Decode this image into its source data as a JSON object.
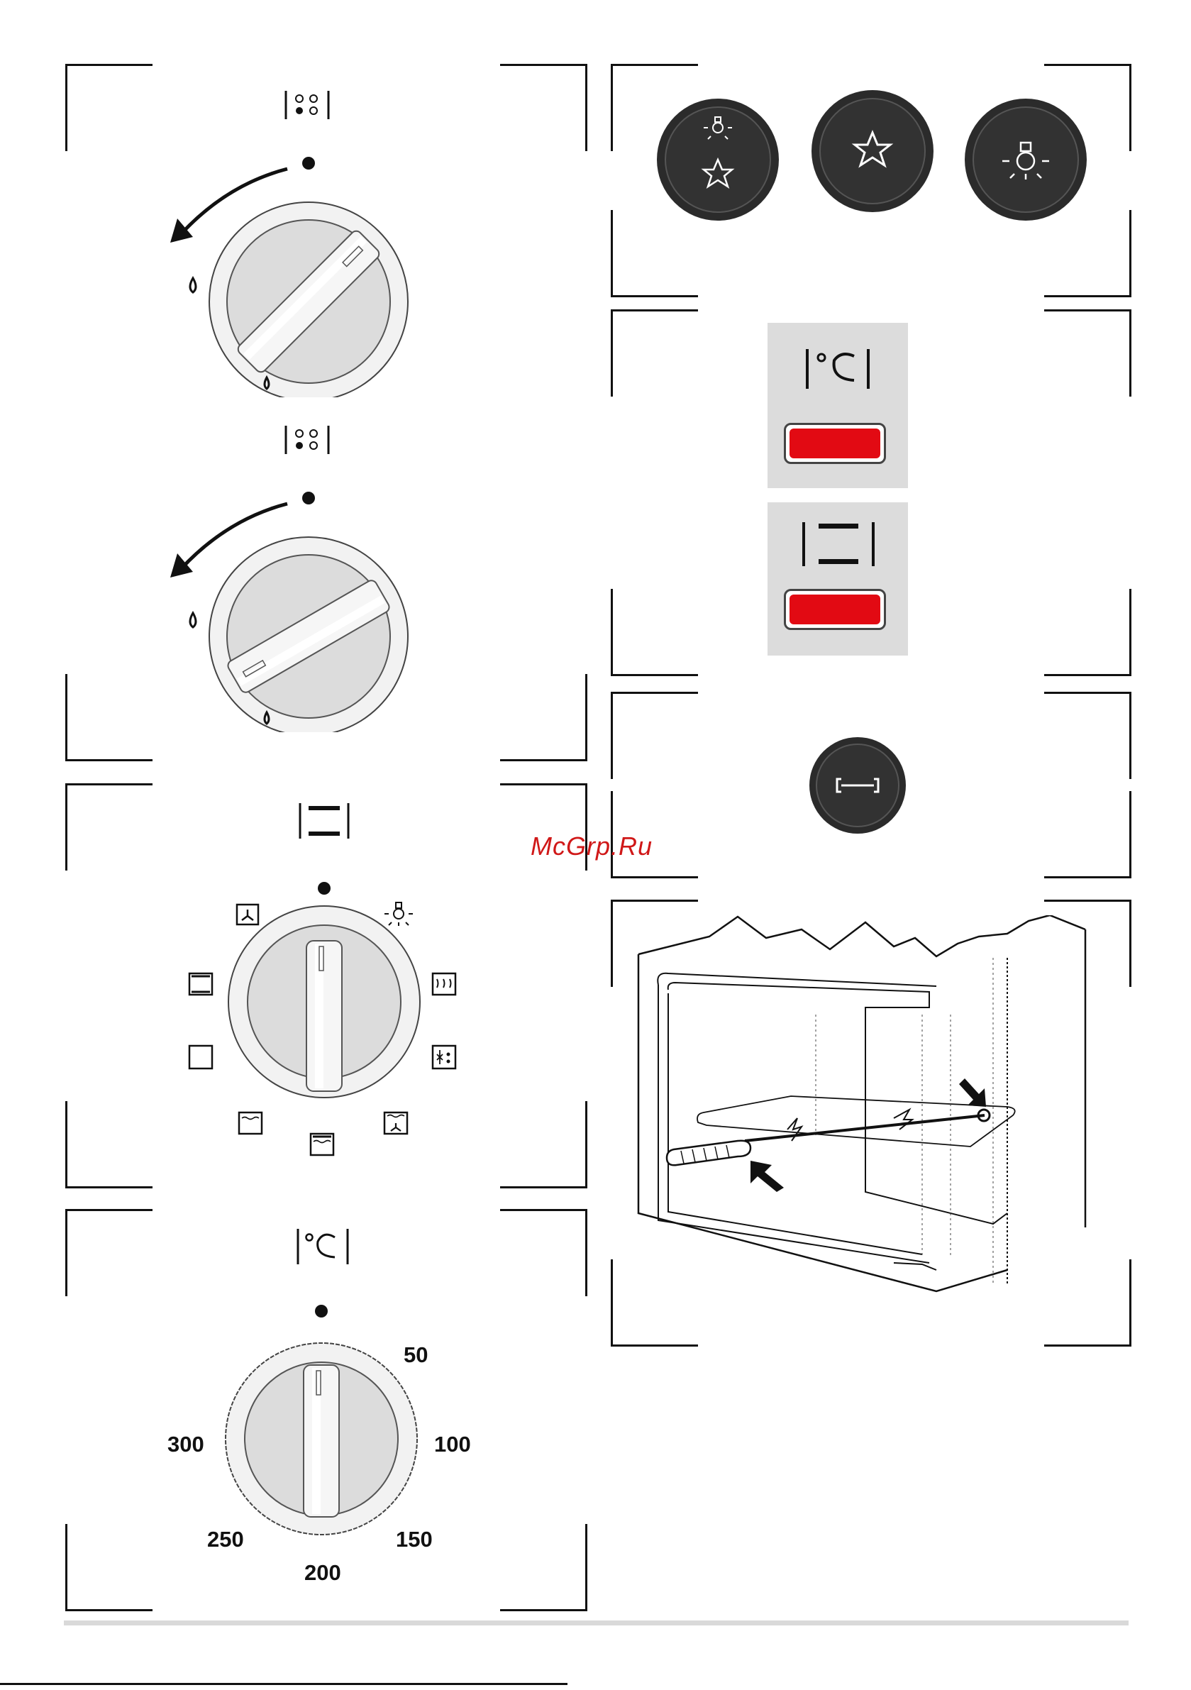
{
  "watermark": "McGrp.Ru",
  "knob_switch": {
    "cooktop_symbol": "|⁘|",
    "drop_left": "◊",
    "drop_bottom": "◊"
  },
  "function_selector": {
    "icon_names": [
      "fan-icon",
      "light-bulb-icon",
      "top-bottom-heat-icon",
      "grill-icon",
      "defrost-icon",
      "fan-grill-icon",
      "bottom-heat-icon",
      "lower-heat-icon",
      "top-heat-icon"
    ]
  },
  "thermostat": {
    "scale": [
      "50",
      "100",
      "150",
      "200",
      "250",
      "300"
    ]
  },
  "push_buttons": {
    "icon_names": [
      "light-star-icon",
      "star-icon",
      "light-bulb-icon"
    ]
  },
  "indicators": {
    "colors": {
      "lamp": "#e20a13",
      "panel": "#dcdcdc",
      "knob": "#2b2b2b"
    }
  }
}
